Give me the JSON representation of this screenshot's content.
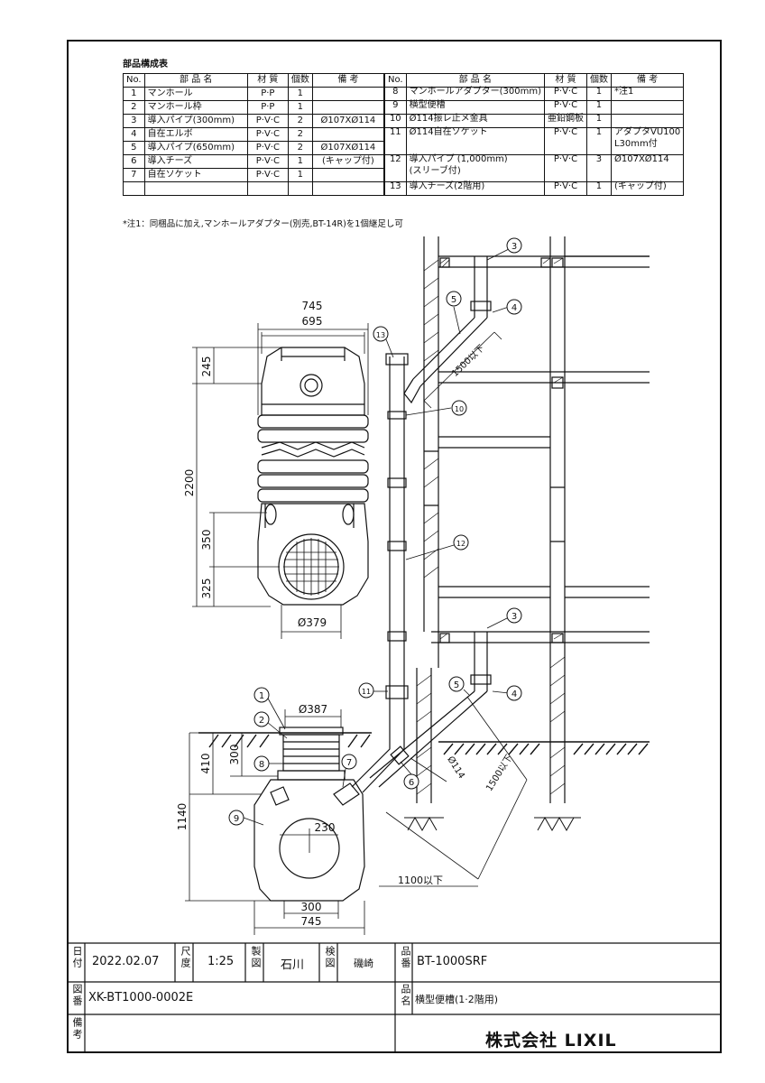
{
  "parts_table": {
    "title": "部品構成表",
    "headers": [
      "No.",
      "部 品 名",
      "材 質",
      "個数",
      "備 考"
    ],
    "left_rows": [
      [
        "1",
        "マンホール",
        "P·P",
        "1",
        ""
      ],
      [
        "2",
        "マンホール枠",
        "P·P",
        "1",
        ""
      ],
      [
        "3",
        "導入パイプ(300mm)",
        "P·V·C",
        "2",
        "Ø107XØ114"
      ],
      [
        "4",
        "自在エルボ",
        "P·V·C",
        "2",
        ""
      ],
      [
        "5",
        "導入パイプ(650mm)",
        "P·V·C",
        "2",
        "Ø107XØ114"
      ],
      [
        "6",
        "導入チーズ",
        "P·V·C",
        "1",
        "(キャップ付)"
      ],
      [
        "7",
        "自在ソケット",
        "P·V·C",
        "1",
        ""
      ]
    ],
    "right_rows": [
      {
        "no": "8",
        "name": "マンホールアダプター(300mm)",
        "material": "P·V·C",
        "qty": "1",
        "note": "*注1"
      },
      {
        "no": "9",
        "name": "横型便槽",
        "material": "P·V·C",
        "qty": "1",
        "note": ""
      },
      {
        "no": "10",
        "name": "Ø114振レ止メ金具",
        "material": "亜鉛鋼板",
        "qty": "1",
        "note": ""
      },
      {
        "no": "11",
        "name": "Ø114自在ソケット",
        "material": "P·V·C",
        "qty": "1",
        "note": "アダプタVU100",
        "name2": "",
        "note2": "L30mm付"
      },
      {
        "no": "12",
        "name": "導入パイプ (1,000mm)",
        "material": "P·V·C",
        "qty": "3",
        "note": "Ø107XØ114",
        "name2": "(スリーブ付)",
        "note2": ""
      },
      {
        "no": "13",
        "name": "導入チーズ(2階用)",
        "material": "P·V·C",
        "qty": "1",
        "note": "(キャップ付)"
      }
    ],
    "footnote": "*注1：同梱品に加え,マンホールアダプター(別売,BT-14R)を1個継足し可"
  },
  "dimensions": {
    "top_width_outer": "745",
    "top_width_inner": "695",
    "top_h_245": "245",
    "height_2200": "2200",
    "h_350": "350",
    "h_325": "325",
    "bottom_dia": "Ø379",
    "manhole_dia": "Ø387",
    "h_300": "300",
    "h_410": "410",
    "h_1140": "1140",
    "d_230": "230",
    "bottom_300": "300",
    "bottom_745": "745",
    "len_1500a": "1500以下",
    "len_1500b": "1500以下",
    "len_1100": "1100以下",
    "pipe_dia": "Ø114"
  },
  "callouts": [
    "1",
    "2",
    "3",
    "4",
    "5",
    "6",
    "7",
    "8",
    "9",
    "10",
    "11",
    "12",
    "13"
  ],
  "title_block": {
    "date_label": "日付",
    "date": "2022.02.07",
    "scale_label": "尺度",
    "scale": "1:25",
    "drawn_label": "製図",
    "drawn": "石川",
    "checked_label": "検図",
    "checked": "磯崎",
    "product_no_label": "品番",
    "product_no": "BT-1000SRF",
    "drawing_no_label": "図番",
    "drawing_no": "XK-BT1000-0002E",
    "product_name_label": "品名",
    "product_name": "横型便槽(1·2階用)",
    "remarks_label": "備考",
    "company": "株式会社 LIXIL"
  }
}
